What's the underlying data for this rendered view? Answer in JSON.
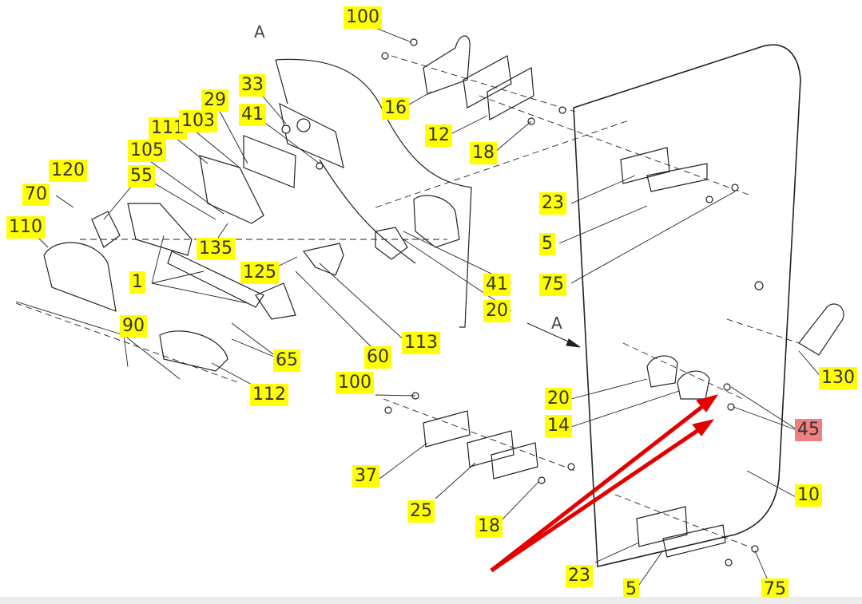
{
  "view_labels": [
    "A",
    "A"
  ],
  "callouts": [
    "100",
    "16",
    "12",
    "18",
    "33",
    "41",
    "29",
    "111",
    "103",
    "105",
    "55",
    "120",
    "70",
    "110",
    "135",
    "1",
    "125",
    "90",
    "65",
    "112",
    "60",
    "113",
    "41",
    "20",
    "23",
    "5",
    "75",
    "130",
    "20",
    "14",
    "45",
    "10",
    "100",
    "37",
    "25",
    "18",
    "23",
    "5",
    "75"
  ],
  "highlighted_callout": "45",
  "colors": {
    "callout_bg": "#ffff00",
    "highlight_bg": "#f08080",
    "arrow": "#e30000",
    "line": "#222222"
  }
}
